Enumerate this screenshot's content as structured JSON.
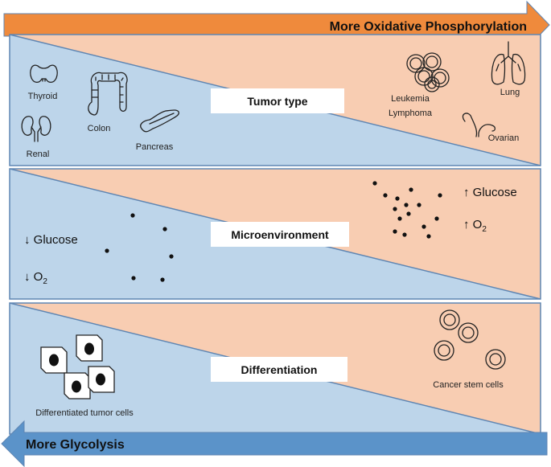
{
  "top_arrow": {
    "label": "More Oxidative Phosphorylation",
    "color": "#ef8a3c"
  },
  "bottom_arrow": {
    "label": "More Glycolysis",
    "color": "#5b93c9"
  },
  "colors": {
    "blue_panel": "#bdd5ea",
    "peach_panel": "#f8cdb2",
    "border": "#5f86b3"
  },
  "panels": [
    {
      "title": "Tumor type",
      "glycolysis_side": [
        "Thyroid",
        "Colon",
        "Renal",
        "Pancreas"
      ],
      "oxphos_side": [
        "Leukemia",
        "Lymphoma",
        "Lung",
        "Ovarian"
      ]
    },
    {
      "title": "Microenvironment",
      "glycolysis_side": {
        "glucose": "↓ Glucose",
        "o2_prefix": "↓ O",
        "o2_sub": "2"
      },
      "oxphos_side": {
        "glucose": "↑ Glucose",
        "o2_prefix": "↑ O",
        "o2_sub": "2"
      }
    },
    {
      "title": "Differentiation",
      "glycolysis_side": "Differentiated tumor cells",
      "oxphos_side": "Cancer stem cells"
    }
  ]
}
